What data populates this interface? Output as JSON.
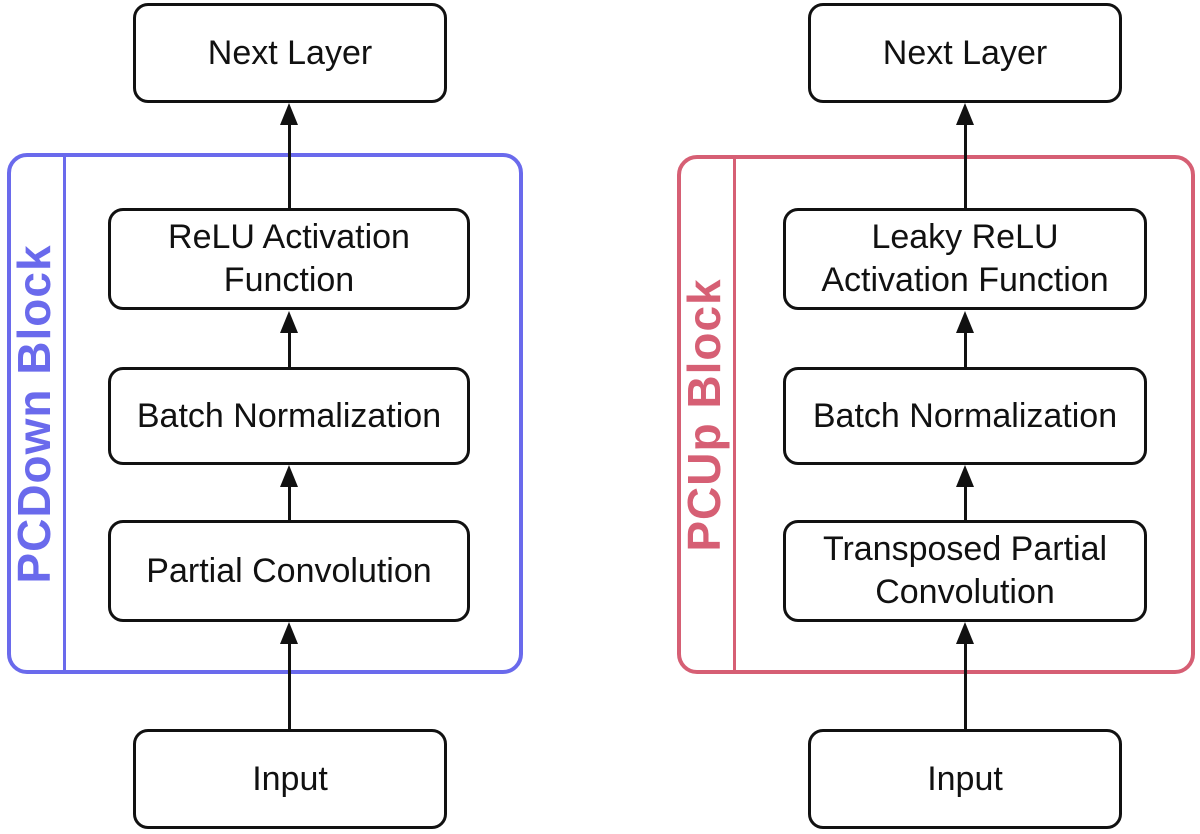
{
  "colors": {
    "pcdown_accent": "#6A6AEC",
    "pcup_accent": "#D65F74",
    "node_stroke": "#111111",
    "background": "#FFFFFF"
  },
  "pcdown": {
    "label": "PCDown Block",
    "next_layer": "Next Layer",
    "layers": [
      [
        "ReLU Activation",
        "Function"
      ],
      [
        "Batch Normalization"
      ],
      [
        "Partial Convolution"
      ]
    ],
    "input": "Input"
  },
  "pcup": {
    "label": "PCUp Block",
    "next_layer": "Next Layer",
    "layers": [
      [
        "Leaky ReLU",
        "Activation Function"
      ],
      [
        "Batch Normalization"
      ],
      [
        "Transposed Partial",
        "Convolution"
      ]
    ],
    "input": "Input"
  }
}
